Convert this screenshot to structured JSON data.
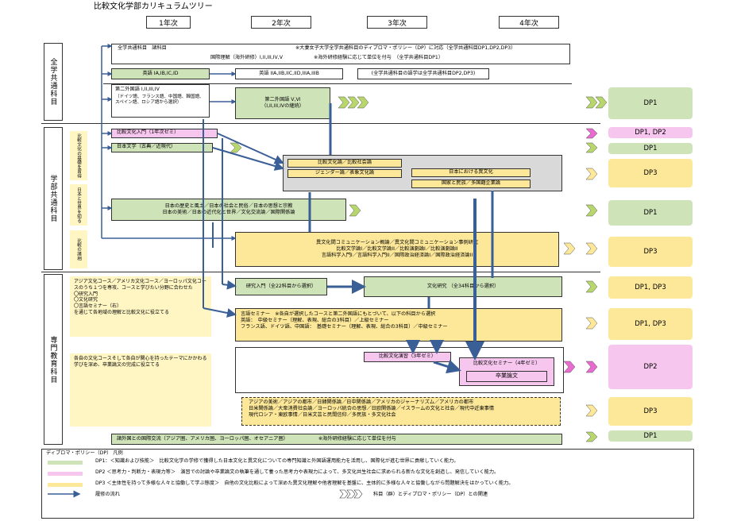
{
  "title": "比較文化学部カリキュラムツリー",
  "years": [
    "1年次",
    "2年次",
    "3年次",
    "4年次"
  ],
  "sections": {
    "common": "全学共通科目",
    "faculty": "学部共通科目",
    "major": "専門教育科目"
  },
  "subsections": {
    "basics": "比較文化の基礎を習得",
    "japan": "日本と世界を知る",
    "comparison": "比較の諸相"
  },
  "rows": {
    "zengaku1": "全学共通科目　諸科目",
    "zengaku1_note": "※大妻女子大学全学共通科目のディプロマ・ポリシー（DP）に対応（全学共通科目DP1,DP2,DP3）",
    "kokusai": "国際理解（海外研修）I,II,III,IV,V",
    "kokusai_note": "※海外研修経験に応じて単位を付与　（全学共通科目DP1）",
    "eigo1": "英語 IA,IB,IC,ID",
    "eigo2": "英語 IIA,IIB,IIC,IID,IIIA,IIIB",
    "eigo_note": "(全学共通科目の語学は全学共通科目DP2,DP3)",
    "dai2_1": "第二外国語 I,II,III,IV",
    "dai2_1_sub": "（ドイツ語、フランス語、中国語、韓国語、スペイン語、ロシア語から選択）",
    "dai2_2": "第二外国語 V,VI",
    "dai2_2_sub": "（I,II,III,IVの継続）",
    "hikaku_intro": "比較文化入門（1年次ゼミ）",
    "nihon_bun": "日本文学（古典／近現代）",
    "hikaku_bunka": "比較文化論／比較社会論",
    "gender": "ジェンダー論／表象文化論",
    "nihon_ibunka": "日本における異文化",
    "kokka": "国家と民族／多国籍企業論",
    "nihon_rekishi_1": "日本の歴史と風土／日本の社会と民俗／日本の思想と宗教",
    "nihon_rekishi_2": "日本の美術／日本の近代化と世界／文化交流論／国際関係論",
    "ibunka_1": "異文化間コミュニケーション概論／異文化間コミュニケーション事例研究",
    "ibunka_2": "比較文学論I／比較文学論II／比較演劇論I／比較演劇論II",
    "ibunka_3": "言語科学入門I／言語科学入門II／国際政治経済論I／国際政治経済論II",
    "course_desc": "アジア文化コース／アメリカ文化コース／ヨーロッパ文化コースのうち１つを専攻、コースと学びたい分野に合わせた\n〇研究入門\n〇文化研究\n〇言語セミナー（右）\nを通じて各地域の理解と比較文化に役立てる",
    "course_desc2": "各自の文化コースそして各自が関心を持ったテーマにかかわる学びを深め、卒業論文の完成に役立てる",
    "kenkyu_intro": "研究入門（全22科目から選択）",
    "bunka_kenkyu": "文化研究 （全34科目から選択）",
    "gengo_1": "言語セミナー　※各自が選択したコースと第二外国語にもとづいて、以下の科目から選択",
    "gengo_2": "英語：　中級セミナー（理解、表現、総合の3科目）／上級セミナー",
    "gengo_3": "フランス語、ドイツ語、中国語：　基礎セミナー（理解、表現、総合の3科目）／中級セミナー",
    "enshu": "比較文化演習（3年ゼミ）",
    "seminar": "比較文化セミナー（4年ゼミ）",
    "sotsuron": "卒業論文",
    "asia_1": "アジアの美術／アジアの都市／日韓関係論／日中関係論／アメリカのジャーナリズム／アメリカの都市",
    "asia_2": "日米関係論／大衆消費社会論／ヨーロッパ統合の思想／日欧関係論／イスラームの文化と社会／現代中近東事情",
    "asia_3": "現代ロシア・東欧事情／日米文芸と民間信仰／多民族・多文化社会",
    "kokusai_kouryu": "諸外国との国際交流（アジア圏、アメリカ圏、ヨーロッパ圏、オセアニア圏）",
    "kokusai_kouryu_note": "※海外研修経験に応じて単位を付与"
  },
  "dp_labels": [
    "DP1",
    "DP1, DP2",
    "DP1",
    "DP3",
    "DP1",
    "DP3",
    "DP1, DP3",
    "DP1, DP3",
    "DP2",
    "DP3",
    "DP1"
  ],
  "legend": {
    "title": "ディプロマ・ポリシー（DP） 凡例",
    "dp1": "DP1：＜知識および技能＞　比較文化学の学修で獲得した日本文化と異文化についての専門知識と外国語運用能力を活用し、国際化が進む世界に貢献していく能力。",
    "dp2": "DP2 ＜思考力・判断力・表現力等＞　演習での討論や卒業論文の執筆を通して養った思考力や表現力によって、多文化共生社会に求められる新たな文化を創造し、発信していく能力。",
    "dp3": "DP3 ＜主体性を持って多様な人々と協働して学ぶ態度＞　自他の文化比較によって深めた異文化理解や他者理解を基盤に、主体的に多様な人々と協働しながら問題解決をはかっていく能力。",
    "flow": "履修の流れ",
    "relation": "科目（群）とディプロマ・ポリシー（DP）との関連"
  },
  "colors": {
    "green": "#cfe3b9",
    "yellow": "#fde89a",
    "pink": "#f7c6ee",
    "arrow": "#3a5f96",
    "chevron": "#b7d66b",
    "chevron_pink": "#e86bd0"
  }
}
